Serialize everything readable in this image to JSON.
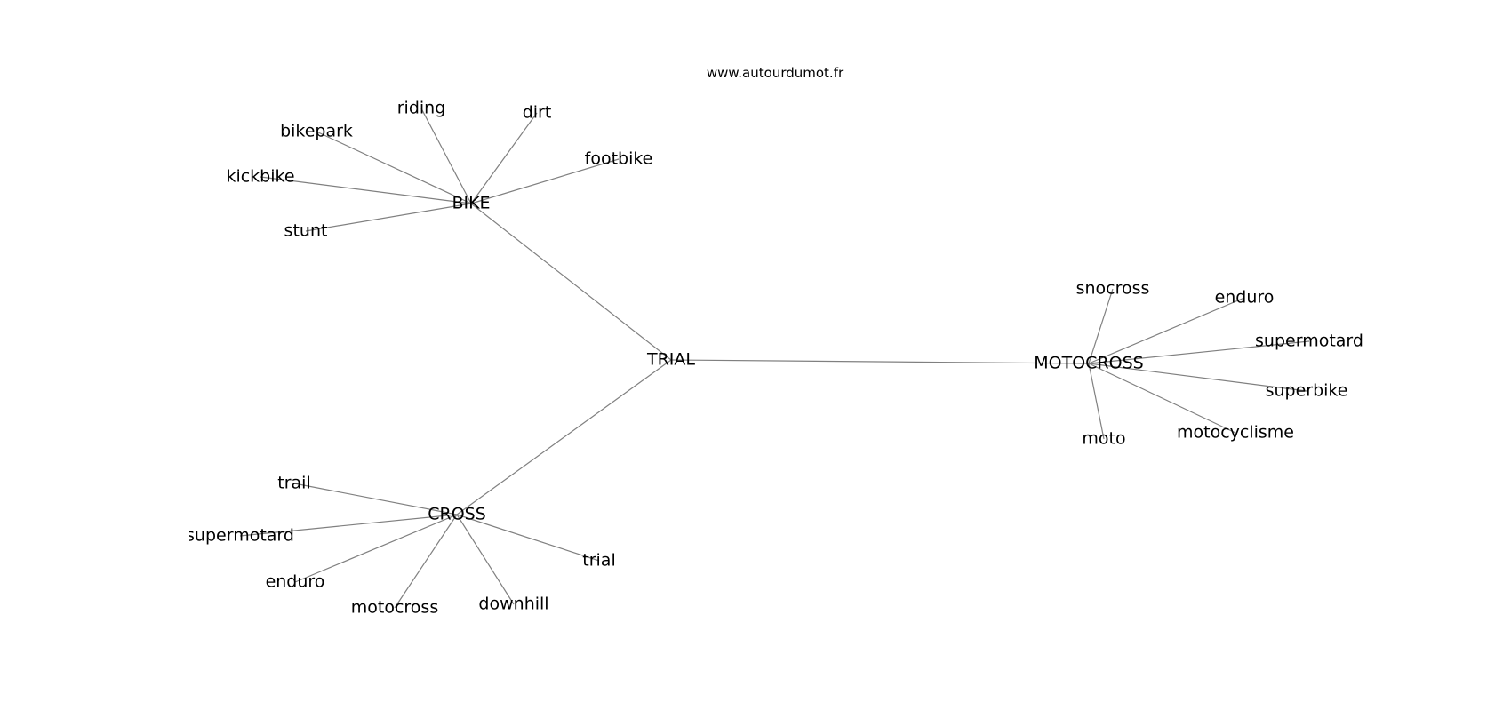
{
  "source": "www.autourdumot.fr",
  "graph": {
    "center": "TRIAL",
    "groups": [
      {
        "hub": "BIKE",
        "leaves": [
          "riding",
          "dirt",
          "bikepark",
          "footbike",
          "kickbike",
          "stunt"
        ]
      },
      {
        "hub": "MOTOCROSS",
        "leaves": [
          "snocross",
          "enduro",
          "supermotard",
          "superbike",
          "motocyclisme",
          "moto"
        ]
      },
      {
        "hub": "CROSS",
        "leaves": [
          "trail",
          "supermotard",
          "enduro",
          "motocross",
          "downhill",
          "trial"
        ]
      }
    ]
  }
}
